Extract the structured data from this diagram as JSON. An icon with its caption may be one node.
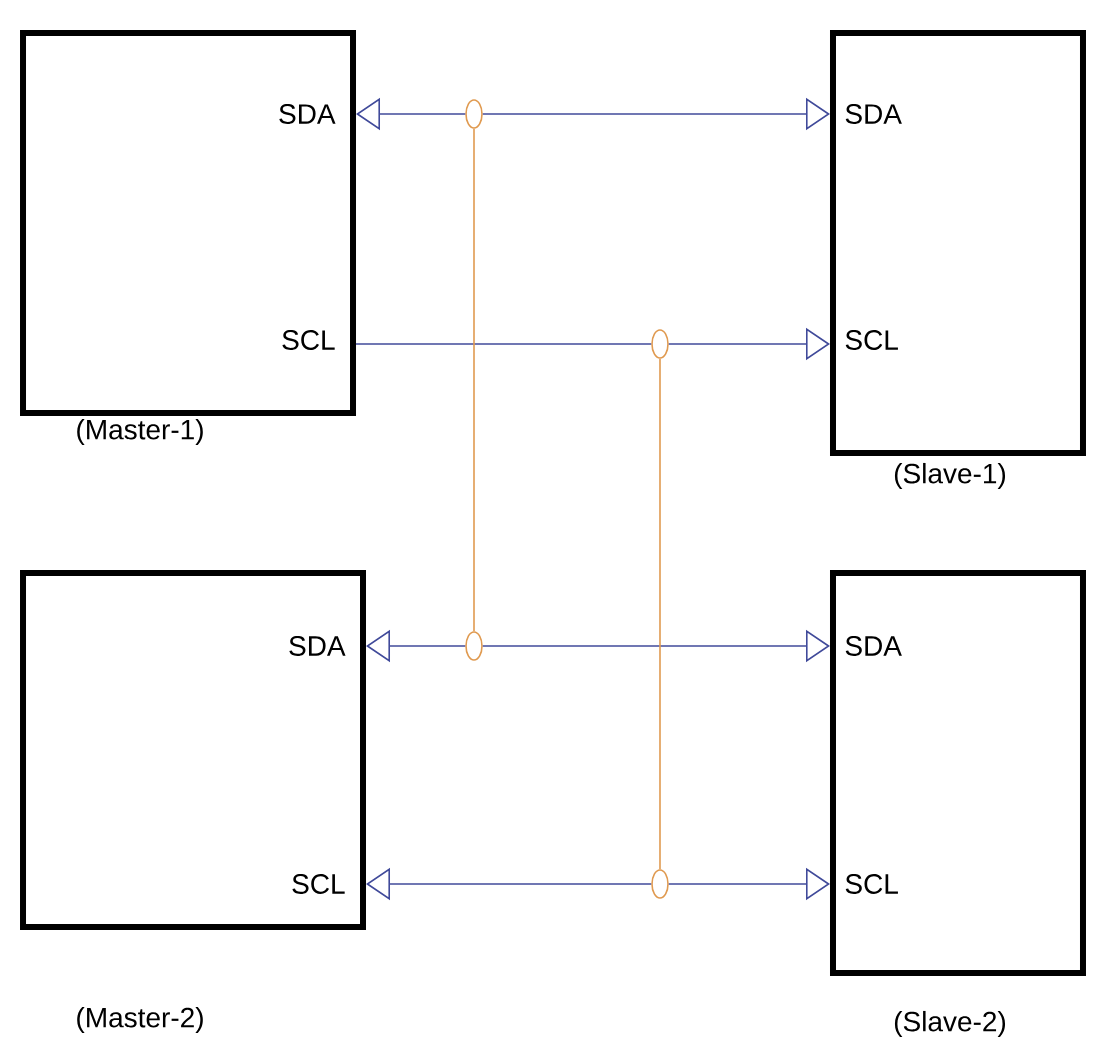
{
  "diagram": {
    "nodes": [
      {
        "text": [
          "SDA",
          "SCL"
        ],
        "beside": [
          "(Master-1)"
        ]
      },
      {
        "text": [
          "SDA",
          "SCL"
        ],
        "beside": [
          "(Slave-1)"
        ]
      },
      {
        "text": [
          "SDA",
          "SCL"
        ],
        "beside": [
          "(Master-2)"
        ]
      },
      {
        "text": [
          "SDA",
          "SCL"
        ],
        "beside": [
          "(Slave-2)"
        ]
      },
      {
        "text": [],
        "shape": "circle"
      },
      {
        "text": [],
        "shape": "circle"
      },
      {
        "text": [],
        "shape": "circle"
      },
      {
        "text": [],
        "shape": "circle"
      }
    ],
    "edges": [
      {
        "from": 4,
        "to": 0,
        "arrow": "to"
      },
      {
        "from": 4,
        "to": 1,
        "arrow": "to"
      },
      {
        "from": 0,
        "to": 5,
        "arrow": "none"
      },
      {
        "from": 5,
        "to": 1,
        "arrow": "to"
      },
      {
        "from": 6,
        "to": 2,
        "arrow": "to"
      },
      {
        "from": 6,
        "to": 3,
        "arrow": "to"
      },
      {
        "from": 7,
        "to": 2,
        "arrow": "to"
      },
      {
        "from": 7,
        "to": 3,
        "arrow": "to"
      },
      {
        "from": 4,
        "to": 6,
        "arrow": "none",
        "color": "#e09a50"
      },
      {
        "from": 5,
        "to": 7,
        "arrow": "none",
        "color": "#e09a50"
      }
    ]
  }
}
